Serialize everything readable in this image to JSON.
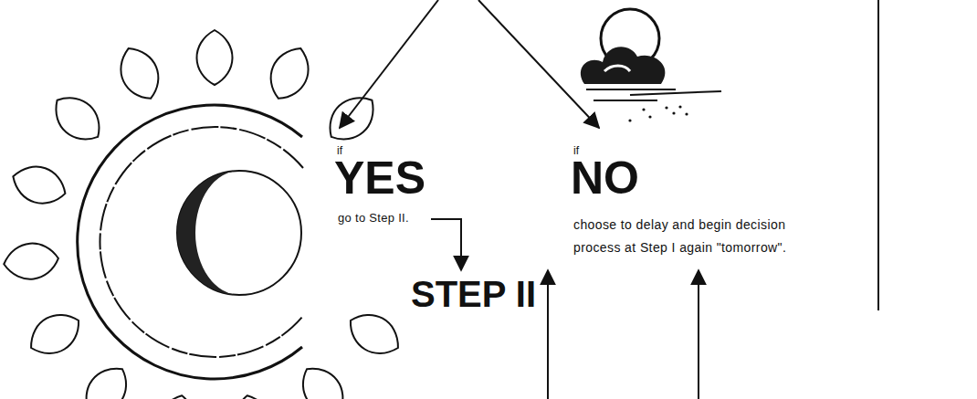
{
  "diagram": {
    "labels": [
      "if",
      "YES",
      "go to Step II.",
      "STEP II",
      "if",
      "NO",
      "choose to delay and begin decision process at Step I again \"tomorrow\"."
    ]
  }
}
